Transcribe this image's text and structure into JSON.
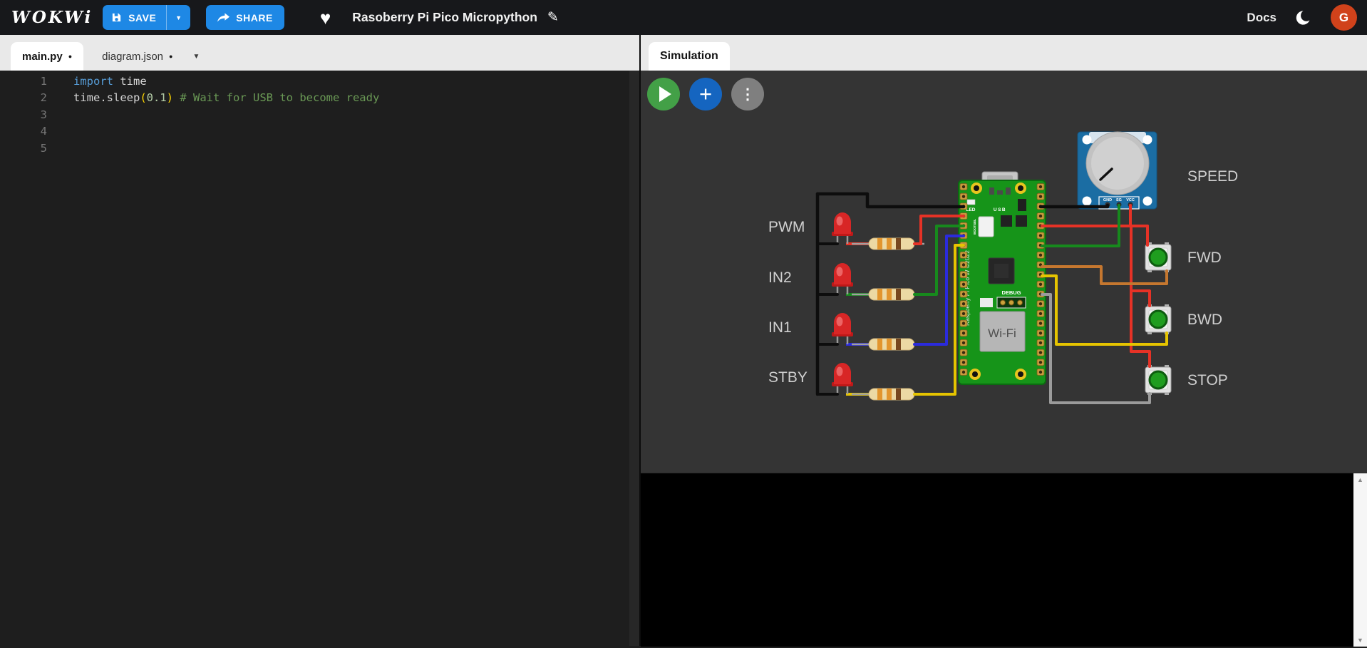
{
  "header": {
    "logo": "WOKWi",
    "save_label": "SAVE",
    "share_label": "SHARE",
    "project_title": "Rasoberry Pi Pico Micropython",
    "docs_label": "Docs",
    "avatar_initial": "G"
  },
  "editor": {
    "tabs": [
      {
        "label": "main.py"
      },
      {
        "label": "diagram.json"
      }
    ],
    "line_numbers": [
      "1",
      "2",
      "3",
      "4",
      "5"
    ],
    "code": {
      "l1_keyword": "import",
      "l1_rest": " time",
      "l2_call": "time.sleep",
      "l2_paren_open": "(",
      "l2_number": "0.1",
      "l2_paren_close": ")",
      "l2_comment": " # Wait for USB to become ready"
    }
  },
  "simulation": {
    "tab_label": "Simulation",
    "led_labels": [
      "PWM",
      "IN2",
      "IN1",
      "STBY"
    ],
    "button_labels": [
      "FWD",
      "BWD",
      "STOP"
    ],
    "pot_label": "SPEED",
    "board": {
      "led_silk": "LED",
      "usb_silk": "USB",
      "bootsel": "BOOTSEL",
      "debug": "DEBUG",
      "wifi": "Wi-Fi",
      "silkscreen": "Raspberry Pi Pico W ©2022"
    },
    "pot_pins": {
      "gnd": "GND",
      "sig": "SG",
      "vcc": "VCC"
    }
  },
  "icons": {
    "caret_down": "▼",
    "dirty_dot": "●",
    "heart": "♥",
    "pencil": "✎",
    "kebab": "⋮",
    "plus": "+",
    "scroll_up": "▲",
    "scroll_down": "▼"
  },
  "colors": {
    "accent_blue": "#1e88e5",
    "play_green": "#43a047",
    "menu_gray": "#7f7f7f",
    "avatar_orange": "#d0421b",
    "board_green": "#169419",
    "pot_blue": "#1b6da3",
    "label_gray": "#cfcfcf",
    "wire_black": "#0d0d0d",
    "wire_red": "#e63226",
    "wire_green": "#17891d",
    "wire_blue": "#2b2bdc",
    "wire_yellow": "#e6c400",
    "wire_orange": "#c5772f",
    "wire_gray": "#9b9b9b"
  }
}
